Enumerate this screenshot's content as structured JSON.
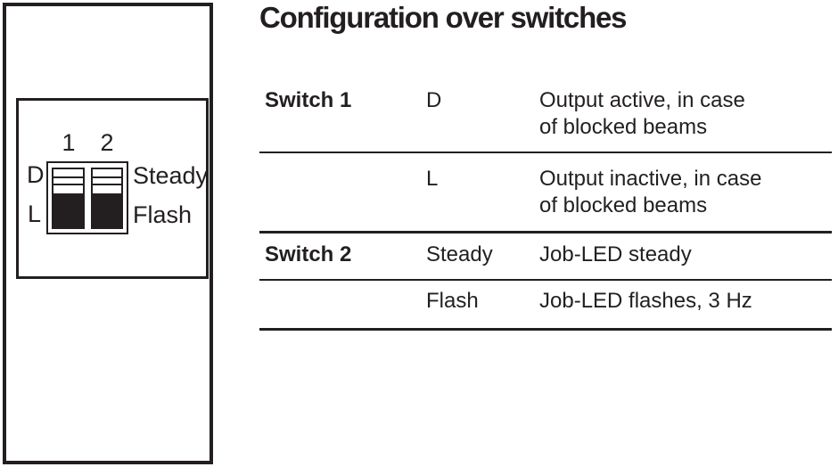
{
  "colors": {
    "ink": "#231f20",
    "background": "#ffffff"
  },
  "title": "Configuration over switches",
  "diagram": {
    "switch_numbers": {
      "s1": "1",
      "s2": "2"
    },
    "left_labels": {
      "top": "D",
      "bottom": "L"
    },
    "right_labels": {
      "top": "Steady",
      "bottom": "Flash"
    },
    "switch_states": {
      "switch1": "down",
      "switch2": "down"
    }
  },
  "table": {
    "rows": [
      {
        "label": "Switch 1",
        "value": "D",
        "desc": [
          "Output active, in case",
          "of blocked beams"
        ]
      },
      {
        "label": "",
        "value": "L",
        "desc": [
          "Output inactive, in case",
          "of blocked beams"
        ]
      },
      {
        "label": "Switch 2",
        "value": "Steady",
        "desc": [
          "Job-LED steady"
        ]
      },
      {
        "label": "",
        "value": "Flash",
        "desc": [
          "Job-LED flashes, 3 Hz"
        ]
      }
    ]
  }
}
